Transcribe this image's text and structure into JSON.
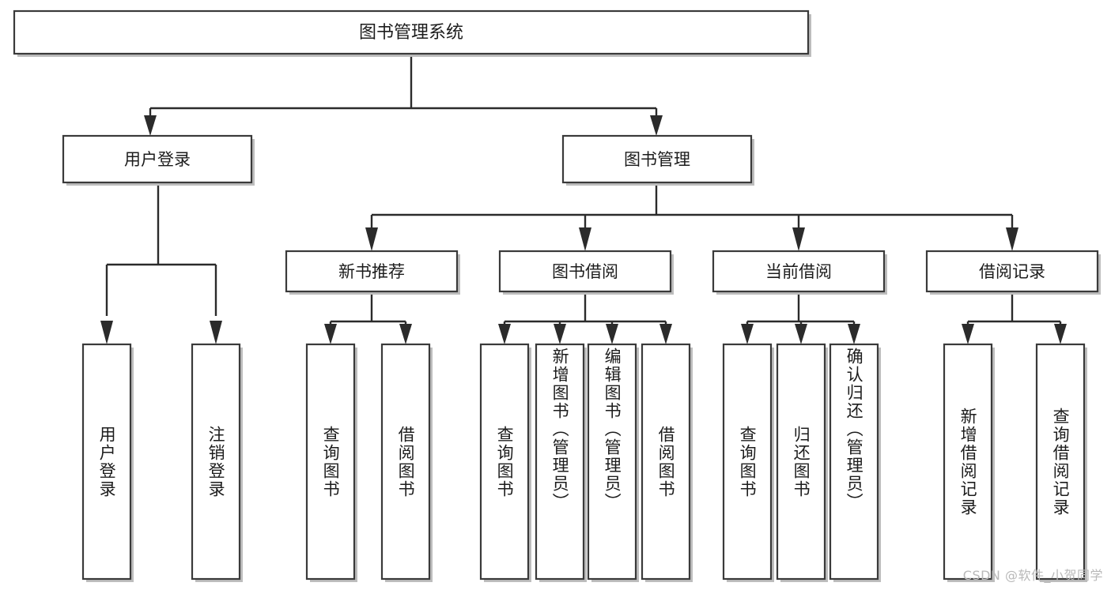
{
  "diagram": {
    "title": "图书管理系统",
    "type": "tree",
    "watermark": "CSDN @软件_小贺同学",
    "colors": {
      "box_stroke": "#3a3a3a",
      "box_fill": "#ffffff",
      "connector": "#2b2b2b",
      "text": "#1c1c1c",
      "watermark": "#b9b9b9",
      "background": "#ffffff"
    },
    "root": {
      "label": "图书管理系统"
    },
    "level1": [
      {
        "label": "用户登录"
      },
      {
        "label": "图书管理"
      }
    ],
    "level2": [
      {
        "label": "新书推荐"
      },
      {
        "label": "图书借阅"
      },
      {
        "label": "当前借阅"
      },
      {
        "label": "借阅记录"
      }
    ],
    "leaves": {
      "user_login": [
        {
          "label": "用户登录"
        },
        {
          "label": "注销登录"
        }
      ],
      "new_book_recommend": [
        {
          "label": "查询图书"
        },
        {
          "label": "借阅图书"
        }
      ],
      "book_borrow": [
        {
          "label": "查询图书"
        },
        {
          "label": "新增图书（管理员）"
        },
        {
          "label": "编辑图书（管理员）"
        },
        {
          "label": "借阅图书"
        }
      ],
      "current_borrow": [
        {
          "label": "查询图书"
        },
        {
          "label": "归还图书"
        },
        {
          "label": "确认归还（管理员）"
        }
      ],
      "borrow_record": [
        {
          "label": "新增借阅记录"
        },
        {
          "label": "查询借阅记录"
        }
      ]
    }
  }
}
